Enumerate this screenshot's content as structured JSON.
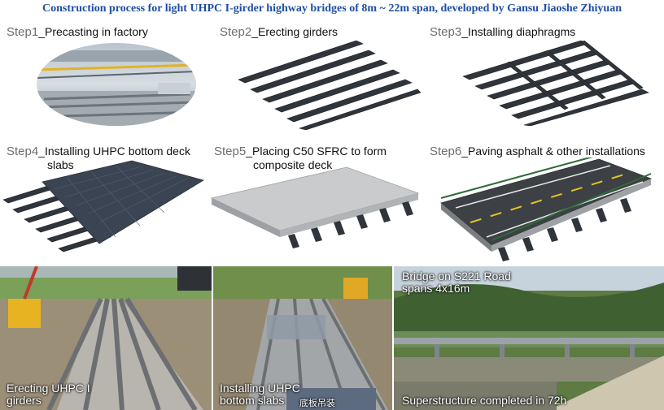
{
  "title": "Construction process for light UHPC I-girder highway bridges of 8m ~ 22m span, developed by Gansu Jiaoshe Zhiyuan",
  "steps": [
    {
      "num": "Step1",
      "text": "_Precasting in factory"
    },
    {
      "num": "Step2",
      "text": "_Erecting girders"
    },
    {
      "num": "Step3",
      "text": "_Installing diaphragms"
    },
    {
      "num": "Step4",
      "text": "_Installing UHPC bottom deck",
      "text2": "slabs"
    },
    {
      "num": "Step5",
      "text": "_Placing C50 SFRC to form",
      "text2": "composite deck"
    },
    {
      "num": "Step6",
      "text": "_Paving asphalt & other installations"
    }
  ],
  "photos": {
    "erecting": {
      "caption1": "Erecting UHPC I",
      "caption2": "girders"
    },
    "installing": {
      "caption1": "Installing UHPC",
      "caption2": "bottom slabs",
      "sign": "底板吊装"
    },
    "bridge": {
      "caption1": "Bridge on S221 Road",
      "caption2": "spans 4x16m",
      "caption3": "Superstructure completed in 72h"
    }
  },
  "colors": {
    "title": "#1f4fa3",
    "girder": "#2f3338",
    "slab": "#3a4250",
    "deck": "#c9cbcd",
    "asphalt": "#3d4044",
    "railing": "#2e6b3a"
  }
}
